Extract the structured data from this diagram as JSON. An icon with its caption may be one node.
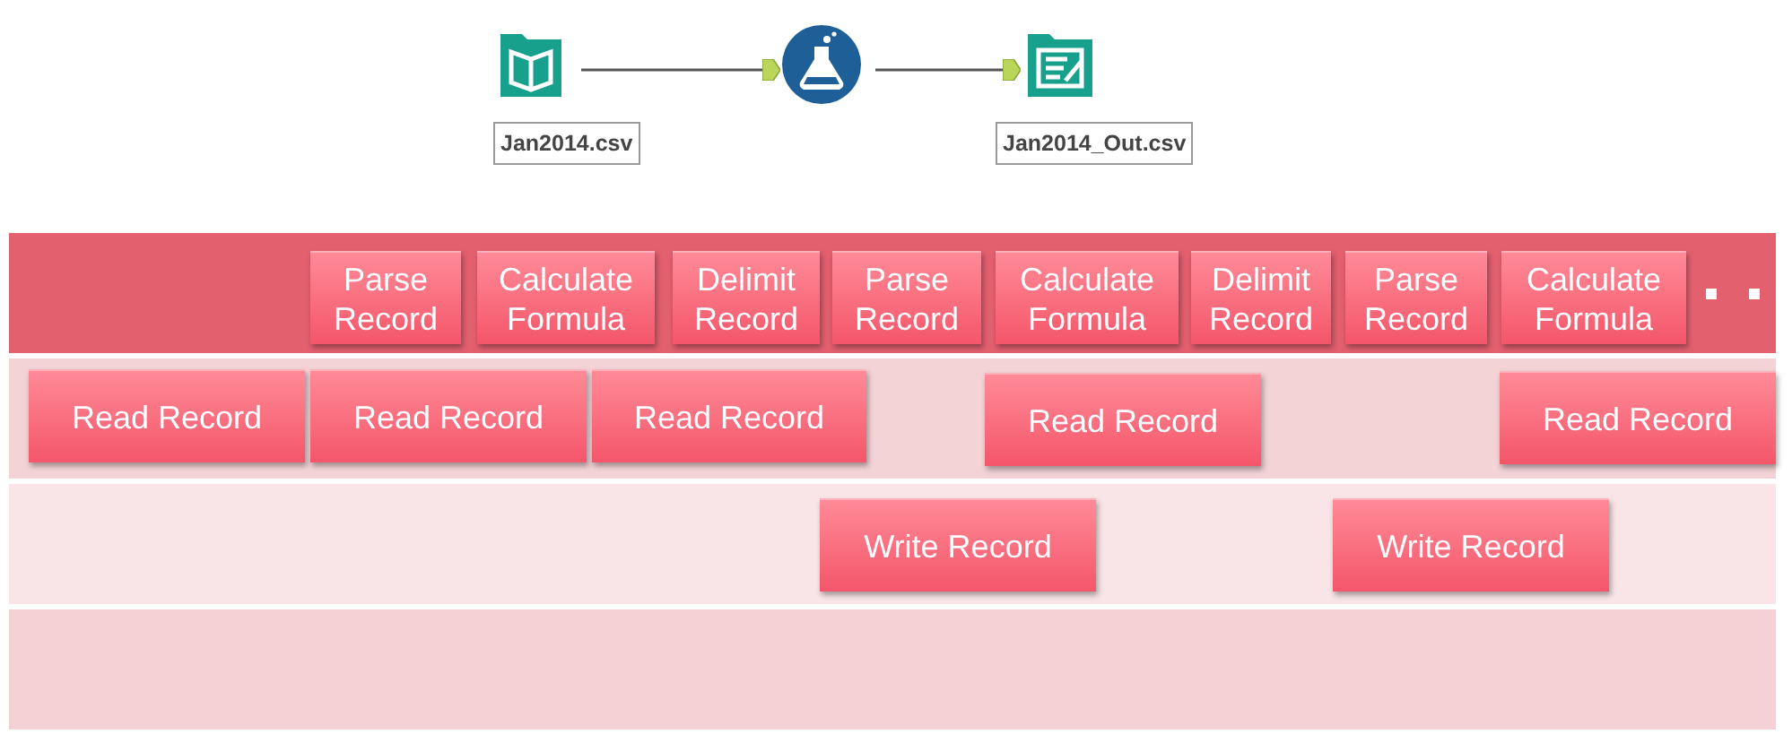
{
  "diagram": {
    "nodes": [
      {
        "text": [
          "Jan2014.csv"
        ]
      },
      {
        "text": [],
        "shape": "picture"
      },
      {
        "text": [
          "Jan2014_Out.csv"
        ]
      },
      {
        "text": [],
        "shape": "bar"
      },
      {
        "text": [
          "Parse Record"
        ],
        "in": 3
      },
      {
        "text": [
          "Calculate Formula"
        ],
        "in": 3
      },
      {
        "text": [
          "Delimit Record"
        ],
        "in": 3
      },
      {
        "text": [
          "Parse Record"
        ],
        "in": 3
      },
      {
        "text": [
          "Calculate Formula"
        ],
        "in": 3
      },
      {
        "text": [
          "Delimit Record"
        ],
        "in": 3
      },
      {
        "text": [
          "Parse Record"
        ],
        "in": 3
      },
      {
        "text": [
          "Calculate Formula"
        ],
        "in": 3
      },
      {
        "text": [],
        "shape": "bar"
      },
      {
        "text": [
          "Read Record"
        ],
        "in": 12
      },
      {
        "text": [
          "Read Record"
        ],
        "in": 12
      },
      {
        "text": [
          "Read Record"
        ],
        "in": 12
      },
      {
        "text": [
          "Read Record"
        ],
        "in": 12
      },
      {
        "text": [
          "Read Record"
        ],
        "in": 12
      },
      {
        "text": [],
        "shape": "bar"
      },
      {
        "text": [
          "Write Record"
        ],
        "in": 18
      },
      {
        "text": [
          "Write Record"
        ],
        "in": 18
      },
      {
        "text": [],
        "shape": "bar"
      }
    ],
    "edges": [
      {
        "from": 0,
        "to": 1,
        "arrow": "to"
      },
      {
        "from": 1,
        "to": 2,
        "arrow": "to"
      }
    ]
  }
}
